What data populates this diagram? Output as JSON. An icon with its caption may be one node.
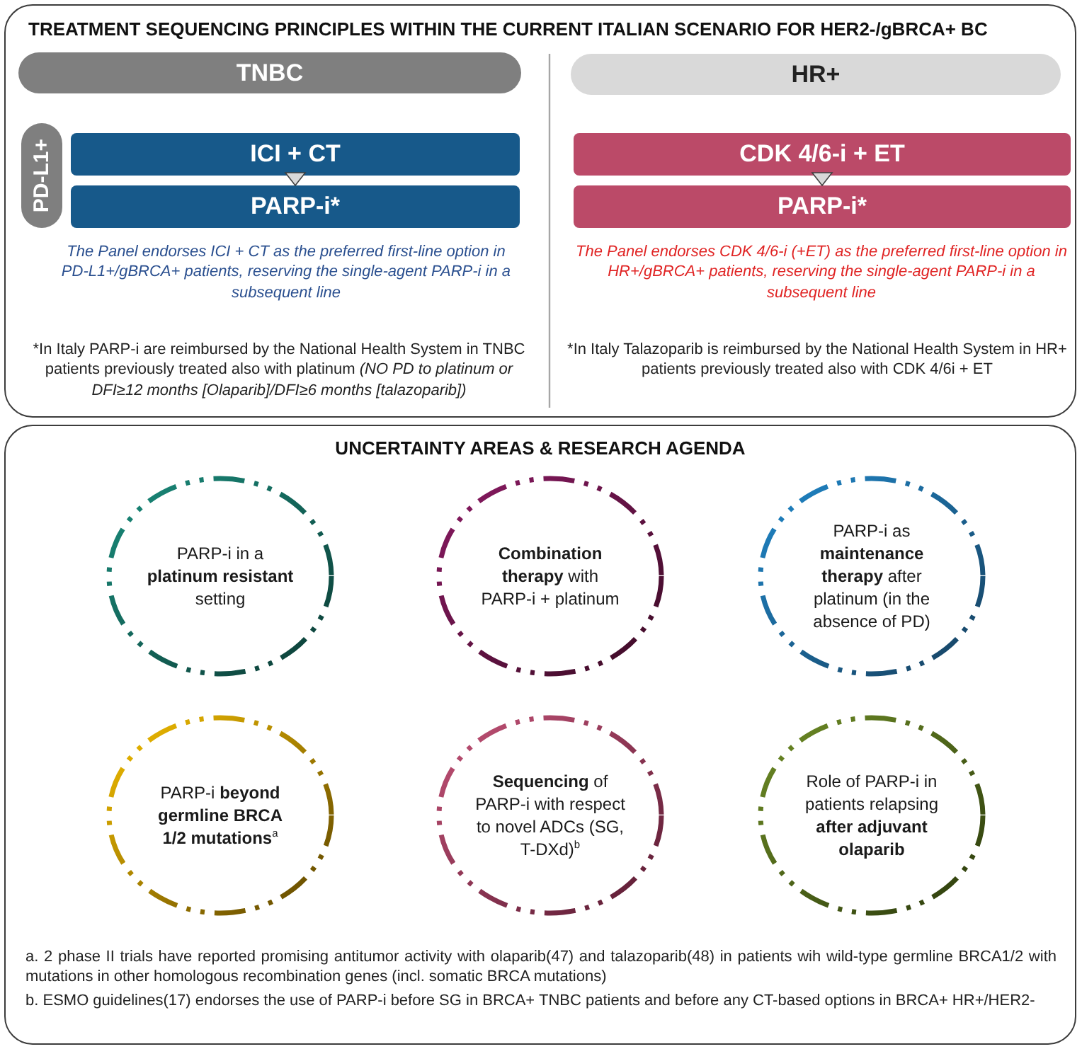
{
  "diagram": {
    "nodes": [
      {
        "text": [
          "TREATMENT SEQUENCING PRINCIPLES WITHIN THE CURRENT ITALIAN SCENARIO FOR HER2-/gBRCA+ BC"
        ]
      },
      {
        "text": [
          "TNBC"
        ],
        "in": 0
      },
      {
        "text": [
          "PD-L1+"
        ],
        "in": 0
      },
      {
        "text": [
          "ICI + CT"
        ],
        "in": 0
      },
      {
        "text": [
          "PARP-i*"
        ],
        "in": 0
      },
      {
        "text": [
          "HR+"
        ],
        "in": 0
      },
      {
        "text": [
          "CDK 4/6-i + ET"
        ],
        "in": 0
      },
      {
        "text": [
          "PARP-i*"
        ],
        "in": 0
      },
      {
        "text": [
          "UNCERTAINTY AREAS & RESEARCH AGENDA"
        ]
      },
      {
        "text": [
          "PARP-i in a **platinum resistant** setting"
        ],
        "in": 8
      },
      {
        "text": [
          "**Combination therapy** with PARP-i + platinum"
        ],
        "in": 8
      },
      {
        "text": [
          "PARP-i as **maintenance therapy** after platinum (in the absence of PD)"
        ],
        "in": 8
      },
      {
        "text": [
          "PARP-i **beyond germline BRCA 1/2 mutations**$^{a}$"
        ],
        "in": 8
      },
      {
        "text": [
          "**Sequencing** of PARP-i with respect to novel ADCs (SG, T-DXd)$^{b}$"
        ],
        "in": 8
      },
      {
        "text": [
          "Role of PARP-i in patients relapsing **after adjuvant olaparib**"
        ],
        "in": 8
      }
    ],
    "edges": [
      {
        "from": 3,
        "to": 4,
        "arrow": "to"
      },
      {
        "from": 6,
        "to": 7,
        "arrow": "to"
      }
    ],
    "labels": [
      "The Panel endorses ICI + CT as the preferred first-line option in PD-L1+/gBRCA+ patients, reserving the single-agent PARP-i in a subsequent line",
      "*In Italy PARP-i are reimbursed by the National Health System in TNBC patients previously treated also with platinum *(NO PD to platinum or DFI≥12 months [Olaparib]/DFI≥6 months [talazoparib])*",
      "The Panel endorses CDK 4/6-i (+ET) as the preferred first-line option in HR+/gBRCA+ patients, reserving the single-agent PARP-i in a subsequent line",
      "*In Italy Talazoparib is reimbursed by the National Health System in HR+ patients previously treated also with CDK 4/6i + ET",
      "a. 2 phase II trials have reported promising antitumor activity with olaparib(47) and talazoparib(48) in patients wih wild-type germline BRCA1/2 with mutations in other homologous recombination genes (incl. somatic BRCA mutations)",
      "b. ESMO guidelines(17) endorses the use of PARP-i before SG in BRCA+ TNBC patients and before any CT-based options in BRCA+ HR+/HER2-"
    ]
  }
}
